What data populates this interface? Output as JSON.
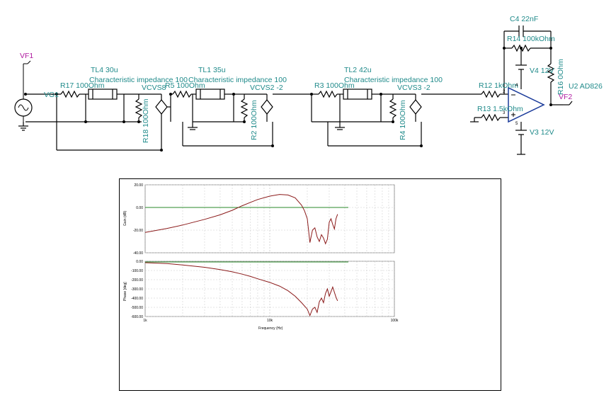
{
  "schematic": {
    "labels": {
      "vf1": "VF1",
      "vg1": "VG1",
      "r17": "R17 100Ohm",
      "tl4": "TL4 30u",
      "tl4_z": "Characteristic impedance 100",
      "vcvs8": "VCVS8",
      "r5": "R5 100Ohm",
      "r18": "R18 100Ohm",
      "tl1": "TL1 35u",
      "tl1_z": "Characteristic impedance 100",
      "vcvs2": "VCVS2 -2",
      "r2": "R2 100Ohm",
      "r3": "R3 100Ohm",
      "tl2": "TL2 42u",
      "tl2_z": "Characteristic impedance 100",
      "vcvs3": "VCVS3 -2",
      "r4": "R4 100Ohm",
      "r12": "R12 1kOhm",
      "r13": "R13 1.5kOhm",
      "c4": "C4 22nF",
      "r14": "R14 100kOhm",
      "v4": "V4 12V",
      "r16": "R16 0Ohm",
      "u2": "U2 AD826",
      "vf2": "VF2",
      "v3": "V3 12V",
      "pin3": "3",
      "pin2": "2",
      "pin5": "5",
      "pin4": "4"
    },
    "colors": {
      "wire": "#000000",
      "label": "#1f8a8a",
      "probe": "#b01aa0",
      "opamp": "#1a3a9a"
    }
  },
  "plot": {
    "gain": {
      "ylabel": "Gain (dB)",
      "yticks": [
        "20.00",
        "0.00",
        "-20.00",
        "-40.00"
      ]
    },
    "phase": {
      "ylabel": "Phase [deg]",
      "yticks": [
        "0.00",
        "-100.00",
        "-200.00",
        "-300.00",
        "-400.00",
        "-500.00",
        "-600.00"
      ]
    },
    "xticks": [
      "1k",
      "10k",
      "100k"
    ],
    "xlabel": "Frequency (Hz)",
    "colors": {
      "trace": "#8b1a1a",
      "zero": "#2a8a2a",
      "grid": "#c8c8c8"
    }
  },
  "chart_data": [
    {
      "type": "line",
      "xscale": "log",
      "xlabel": "Frequency (Hz)",
      "ylabel": "Gain (dB)",
      "xlim": [
        1000,
        100000
      ],
      "ylim": [
        -40,
        20
      ],
      "grid": true,
      "series": [
        {
          "x": [
            1000,
            1500,
            2000,
            3000,
            4000,
            5000,
            6000,
            7000,
            8000,
            10000,
            12000,
            14000,
            16000,
            18000,
            19000,
            20000,
            21000,
            22000,
            23000,
            24000,
            25000,
            26000,
            27000,
            28000,
            29000,
            30000,
            31000,
            32000,
            33000,
            34000,
            35000
          ],
          "y": [
            -22,
            -18.5,
            -15.5,
            -10.5,
            -6.5,
            -2.5,
            1.5,
            4.5,
            7,
            10,
            11.5,
            11,
            8.5,
            2,
            -3,
            -10,
            -31,
            -20,
            -18,
            -26,
            -30,
            -24,
            -27,
            -32,
            -28,
            -13,
            -10,
            -15,
            -19,
            -10,
            -6
          ]
        }
      ]
    },
    {
      "type": "line",
      "xscale": "log",
      "xlabel": "Frequency (Hz)",
      "ylabel": "Phase [deg]",
      "xlim": [
        1000,
        100000
      ],
      "ylim": [
        -600,
        0
      ],
      "grid": true,
      "series": [
        {
          "x": [
            1000,
            1500,
            2000,
            3000,
            4000,
            5000,
            6000,
            7000,
            8000,
            10000,
            12000,
            14000,
            16000,
            18000,
            20000,
            21000,
            22000,
            23000,
            24000,
            25000,
            26000,
            27000,
            28000,
            29000,
            30000,
            32000,
            34000,
            35000
          ],
          "y": [
            -15,
            -25,
            -40,
            -65,
            -90,
            -115,
            -140,
            -165,
            -190,
            -230,
            -270,
            -320,
            -380,
            -450,
            -520,
            -590,
            -520,
            -500,
            -555,
            -440,
            -400,
            -450,
            -350,
            -300,
            -380,
            -280,
            -390,
            -430
          ]
        }
      ]
    }
  ]
}
